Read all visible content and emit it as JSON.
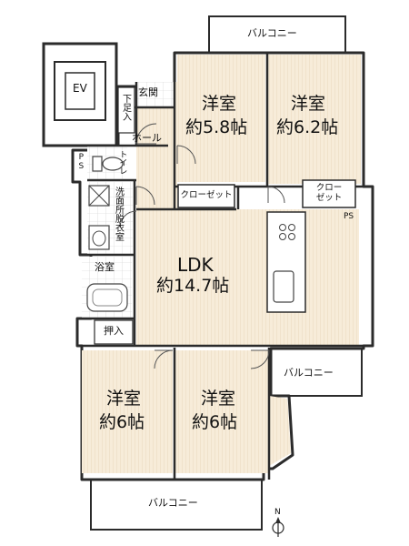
{
  "rooms": {
    "balcony_top": "バルコニー",
    "ev": "EV",
    "genkan": "玄関",
    "geta": "下足入",
    "hall": "ホール",
    "ps_left": "PS",
    "toilet": "トイレ",
    "senmen": "洗面所脱衣室",
    "yokushitsu": "浴室",
    "oshiire": "押入",
    "youshitsu_a_name": "洋室",
    "youshitsu_a_size": "約5.8帖",
    "youshitsu_b_name": "洋室",
    "youshitsu_b_size": "約6.2帖",
    "closet_a": "クローゼット",
    "closet_b": "クローゼット",
    "ps_right": "PS",
    "ldk_name": "LDK",
    "ldk_size": "約14.7帖",
    "balcony_right": "バルコニー",
    "youshitsu_c_name": "洋室",
    "youshitsu_c_size": "約6帖",
    "youshitsu_d_name": "洋室",
    "youshitsu_d_size": "約6帖",
    "balcony_bottom": "バルコニー",
    "north_mark": "N"
  },
  "colors": {
    "floor": "#f7ecd9",
    "floor_stripe": "#ead9bd",
    "wall": "#2b2b2b",
    "balcony": "#ffffff"
  }
}
